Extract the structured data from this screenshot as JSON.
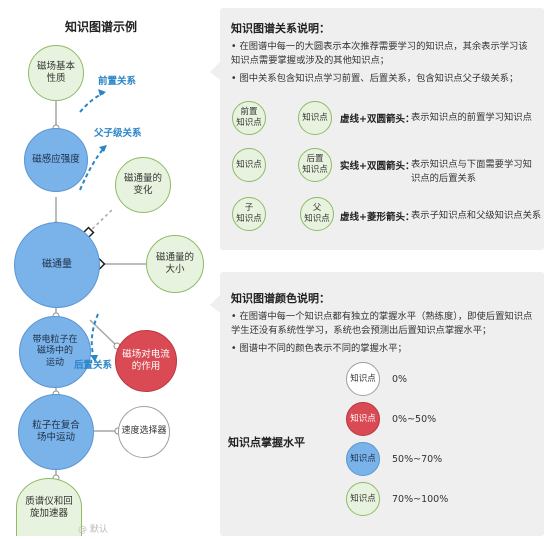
{
  "left": {
    "title": "知识图谱示例",
    "nodes": {
      "magnetic_field_basic": "磁场基本\n性质",
      "magnetic_induction": "磁感应强度",
      "flux_change": "磁通量的\n变化",
      "flux": "磁通量",
      "flux_magnitude": "磁通量的\n大小",
      "charged_particle_motion": "带电粒子在\n磁场中的\n运动",
      "field_on_current": "磁场对电流\n的作用",
      "particle_compound_field": "粒子在复合\n场中运动",
      "velocity_selector": "速度选择器",
      "mass_spec_cyclotron": "质谱仪和回\n旋加速器"
    },
    "labels": {
      "prereq_top": "前置关系",
      "parent_child": "父子级关系",
      "postreq": "后置关系"
    }
  },
  "relations_panel": {
    "title": "知识图谱关系说明：",
    "bullets": [
      "• 在图谱中每一的大圆表示本次推荐需要学习的知识点，其余表示学习该知识点需要掌握或涉及的其他知识点；",
      "• 图中关系包含知识点学习前置、后置关系，包含知识点父子级关系；"
    ],
    "rows": [
      {
        "left_node": "前置\n知识点",
        "right_node": "知识点",
        "label": "虚线+双圆箭头：",
        "desc": "表示知识点的前置学习知识点"
      },
      {
        "left_node": "知识点",
        "right_node": "后置\n知识点",
        "label": "实线+双圆箭头：",
        "desc": "表示知识点与下面需要学习知识点的后置关系"
      },
      {
        "left_node": "子\n知识点",
        "right_node": "父\n知识点",
        "label": "虚线+菱形箭头：",
        "desc": "表示子知识点和父级知识点关系"
      }
    ]
  },
  "colors_panel": {
    "title": "知识图谱颜色说明：",
    "bullets": [
      "• 在图谱中每一个知识点都有独立的掌握水平（熟练度），即使后置知识点学生还没有系统性学习，系统也会预测出后置知识点掌握水平；",
      "• 图谱中不同的颜色表示不同的掌握水平；"
    ],
    "legend_title": "知识点掌握水平",
    "levels": [
      {
        "node": "知识点",
        "range": "0%",
        "color": "#ffffff"
      },
      {
        "node": "知识点",
        "range": "0%~50%",
        "color": "#d94a54"
      },
      {
        "node": "知识点",
        "range": "50%~70%",
        "color": "#7ab2ea"
      },
      {
        "node": "知识点",
        "range": "70%~100%",
        "color": "#e8f3df"
      }
    ]
  },
  "watermark": "@ 默认"
}
